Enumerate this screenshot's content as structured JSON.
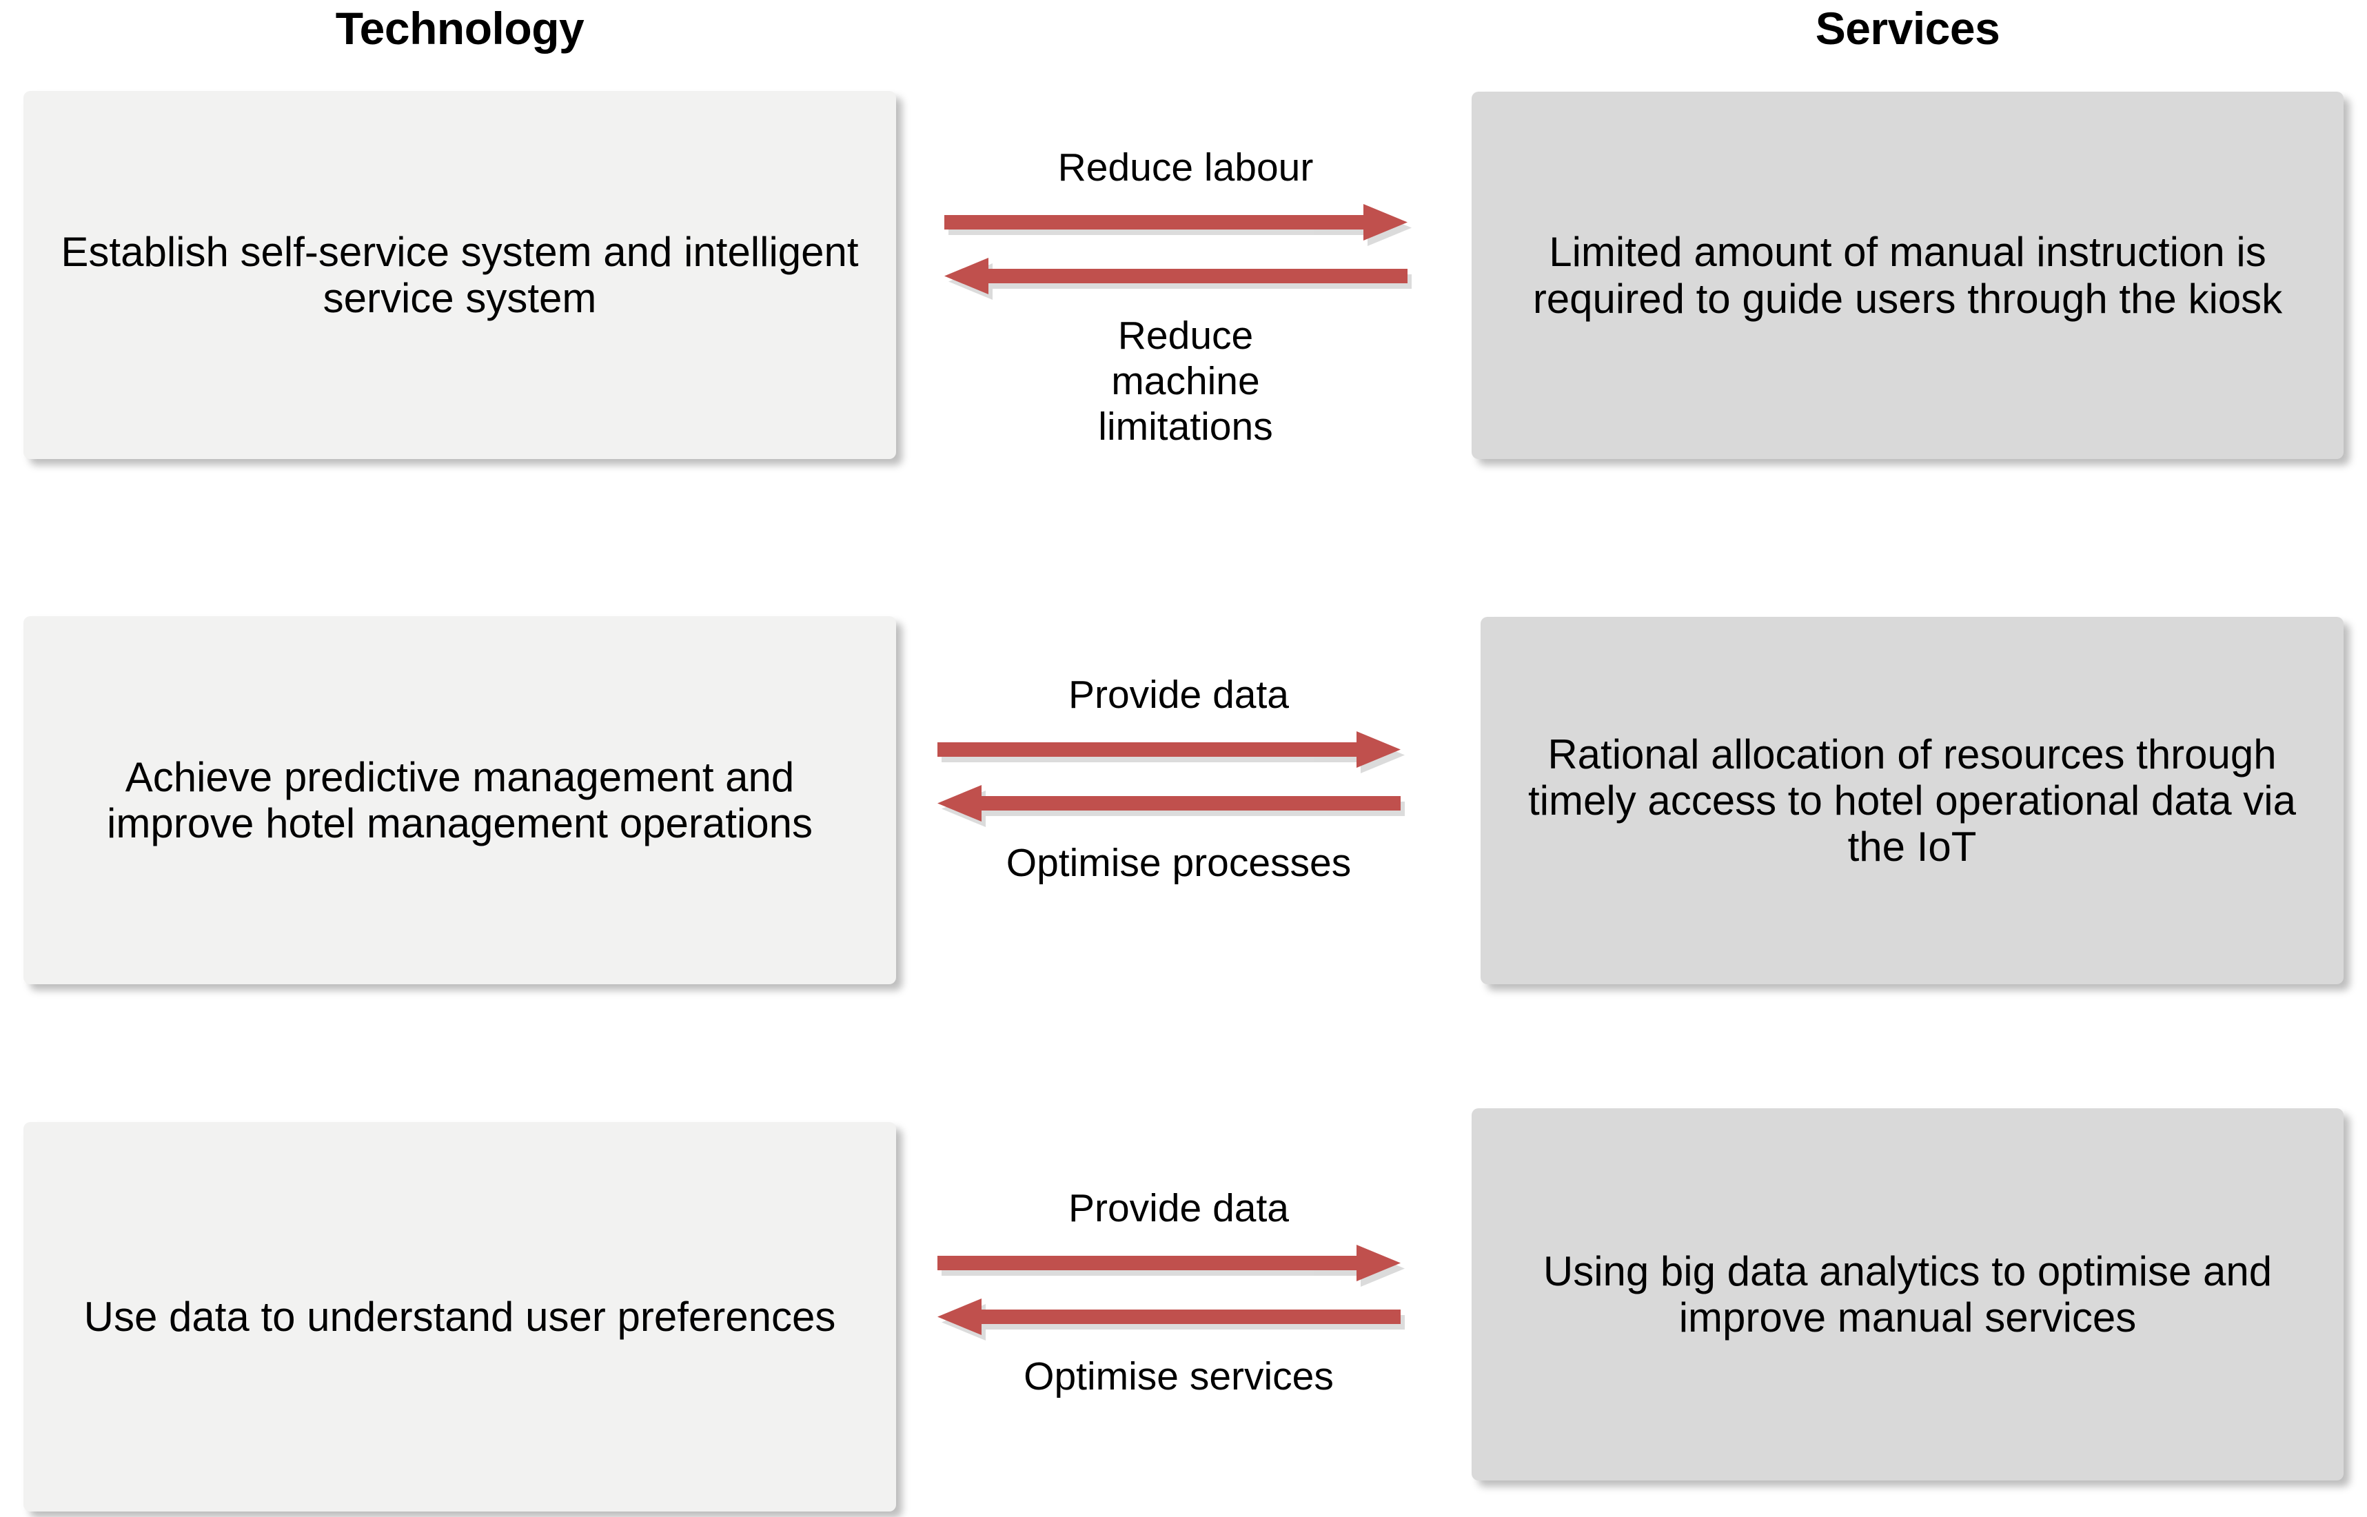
{
  "columns": {
    "left_title": "Technology",
    "right_title": "Services"
  },
  "colors": {
    "arrow": "#C0504D",
    "arrow_shadow": "#b3b3b3",
    "technology_box_fill": "#F2F2F1",
    "services_box_fill": "#D9D9D9",
    "text": "#000000",
    "background": "#FFFFFF"
  },
  "rows": [
    {
      "technology": "Establish self-service system and intelligent service system",
      "services": "Limited amount of manual instruction is required to guide users through the kiosk",
      "forward_label": "Reduce labour",
      "backward_label": "Reduce\nmachine\nlimitations",
      "forward_direction": "technology-to-services",
      "backward_direction": "services-to-technology"
    },
    {
      "technology": "Achieve predictive management and improve hotel management operations",
      "services": "Rational allocation of resources through timely access to hotel operational data via the IoT",
      "forward_label": "Provide data",
      "backward_label": "Optimise processes",
      "forward_direction": "technology-to-services",
      "backward_direction": "services-to-technology"
    },
    {
      "technology": "Use data to understand user preferences",
      "services": "Using big data analytics to optimise and improve manual services",
      "forward_label": "Provide data",
      "backward_label": "Optimise services",
      "forward_direction": "technology-to-services",
      "backward_direction": "services-to-technology"
    }
  ]
}
